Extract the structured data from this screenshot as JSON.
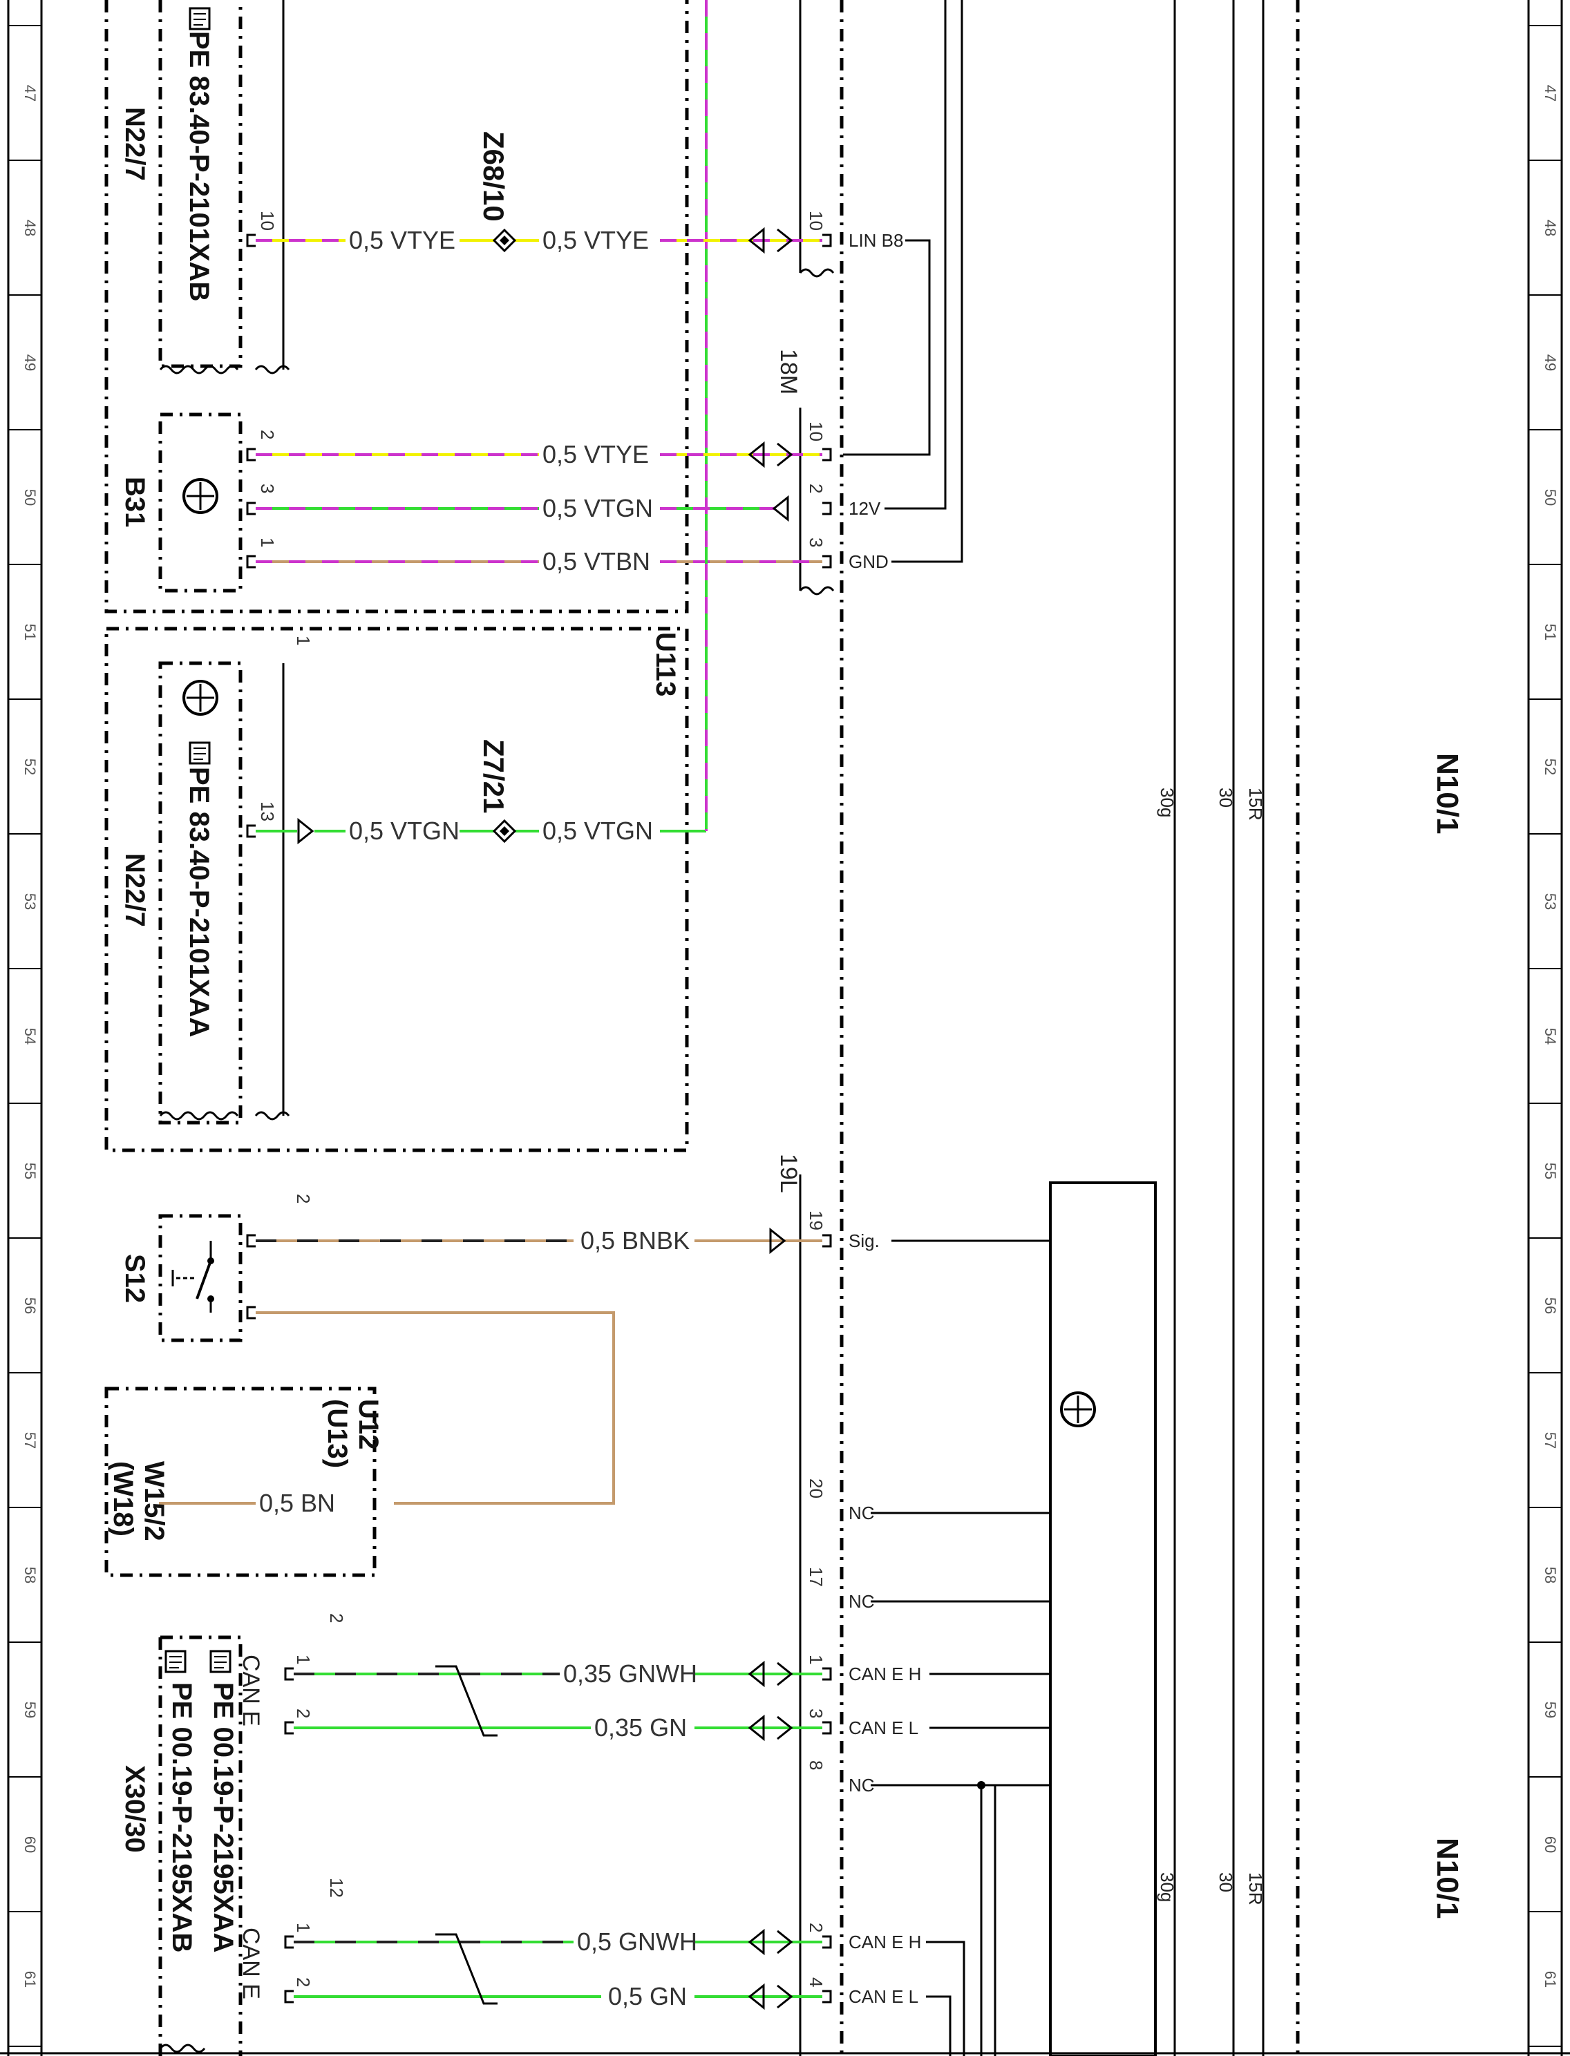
{
  "ruler": {
    "left_numbers": [
      "47",
      "48",
      "49",
      "50",
      "51",
      "52",
      "53",
      "54",
      "55",
      "56",
      "57",
      "58",
      "59",
      "60",
      "61"
    ],
    "right_numbers": [
      "47",
      "48",
      "49",
      "50",
      "51",
      "52",
      "53",
      "54",
      "55",
      "56",
      "57",
      "58",
      "59",
      "60",
      "61"
    ]
  },
  "components": {
    "n22_7_top": {
      "code": "PE 83.40-P-2101XAB",
      "name": "N22/7"
    },
    "b31": {
      "name": "B31"
    },
    "n22_7_bottom": {
      "code": "PE 83.40-P-2101XAA",
      "name": "N22/7"
    },
    "u113": {
      "name": "U113"
    },
    "s12": {
      "name": "S12"
    },
    "w15_2": {
      "line1": "U12",
      "line2": "(U13)",
      "line3": "W15/2",
      "line4": "(W18)"
    },
    "x30_30": {
      "code1": "PE 00.19-P-2195XAA",
      "code2": "PE 00.19-P-2195XAB",
      "name": "X30/30",
      "can_top": "CAN E",
      "can_bottom": "CAN E"
    },
    "n10_1_top": {
      "name": "N10/1"
    },
    "n10_1_bottom": {
      "name": "N10/1"
    }
  },
  "splices": {
    "z68_10": "Z68/10",
    "z7_21": "Z7/21"
  },
  "wires": [
    {
      "id": "w1",
      "left": "0,5 VTYE",
      "right": "0,5 VTYE"
    },
    {
      "id": "w2",
      "label": "0,5 VTYE"
    },
    {
      "id": "w3",
      "label": "0,5 VTGN"
    },
    {
      "id": "w4",
      "label": "0,5 VTBN"
    },
    {
      "id": "w5",
      "left": "0,5 VTGN",
      "right": "0,5 VTGN"
    },
    {
      "id": "w6",
      "label": "0,5 BNBK"
    },
    {
      "id": "w7",
      "label": "0,5 BN"
    },
    {
      "id": "w8",
      "label": "0,35 GNWH"
    },
    {
      "id": "w9",
      "label": "0,35 GN"
    },
    {
      "id": "w10",
      "label": "0,5 GNWH"
    },
    {
      "id": "w11",
      "label": "0,5 GN"
    }
  ],
  "pins": {
    "n22_7_top_10": "10",
    "b31_2": "2",
    "b31_3": "3",
    "b31_1": "1",
    "n22_7_bottom_1": "1",
    "n22_7_bottom_13": "13",
    "s12_2": "2",
    "x30_2": "2",
    "x30_1a": "1",
    "x30_2a": "2",
    "x30_12": "12",
    "x30_1b": "1",
    "x30_2b": "2"
  },
  "connectors": {
    "conn_18m": "18M",
    "conn_19l": "19L",
    "n10_pins": [
      {
        "num": "10",
        "sig": "LIN B8"
      },
      {
        "num": "10",
        "sig": ""
      },
      {
        "num": "2",
        "sig": "12V"
      },
      {
        "num": "3",
        "sig": "GND"
      },
      {
        "num": "19",
        "sig": "Sig."
      },
      {
        "num": "20",
        "sig": "NC"
      },
      {
        "num": "17",
        "sig": "NC"
      },
      {
        "num": "1",
        "sig": "CAN E H"
      },
      {
        "num": "3",
        "sig": "CAN E L"
      },
      {
        "num": "8",
        "sig": "NC"
      },
      {
        "num": "2",
        "sig": "CAN E H"
      },
      {
        "num": "4",
        "sig": "CAN E L"
      }
    ]
  },
  "buses": {
    "top": [
      "30g",
      "30",
      "15R"
    ],
    "bottom": [
      "30g",
      "30",
      "15R"
    ]
  },
  "colors": {
    "violet": "#cc33cc",
    "yellow": "#f2f200",
    "green": "#33dd33",
    "brown": "#c49a6c",
    "black": "#000000"
  }
}
